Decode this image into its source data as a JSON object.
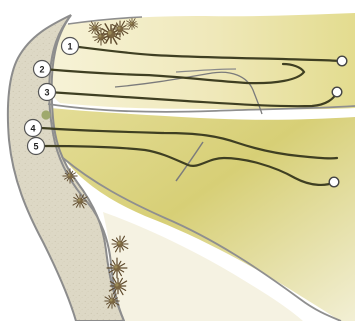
{
  "diagram": {
    "colors": {
      "beach": "#ddd8c4",
      "beach_edge": "#8f8f8f",
      "field_light": "#f3f0cd",
      "field_mid": "#e2df9e",
      "field_dark": "#cfc66a",
      "route_line": "#3f3f22",
      "faint_line": "#7a7a7a",
      "shrub": "#6f5b3a"
    },
    "markers": [
      {
        "id": "1",
        "label": "1"
      },
      {
        "id": "2",
        "label": "2"
      },
      {
        "id": "3",
        "label": "3"
      },
      {
        "id": "4",
        "label": "4"
      },
      {
        "id": "5",
        "label": "5"
      }
    ],
    "end_markers": [
      {
        "id": "e1"
      },
      {
        "id": "e3"
      },
      {
        "id": "e5"
      }
    ],
    "icons": {
      "shrub": "shrub-icon",
      "start": "start-marker-icon",
      "end": "end-marker-icon"
    }
  }
}
